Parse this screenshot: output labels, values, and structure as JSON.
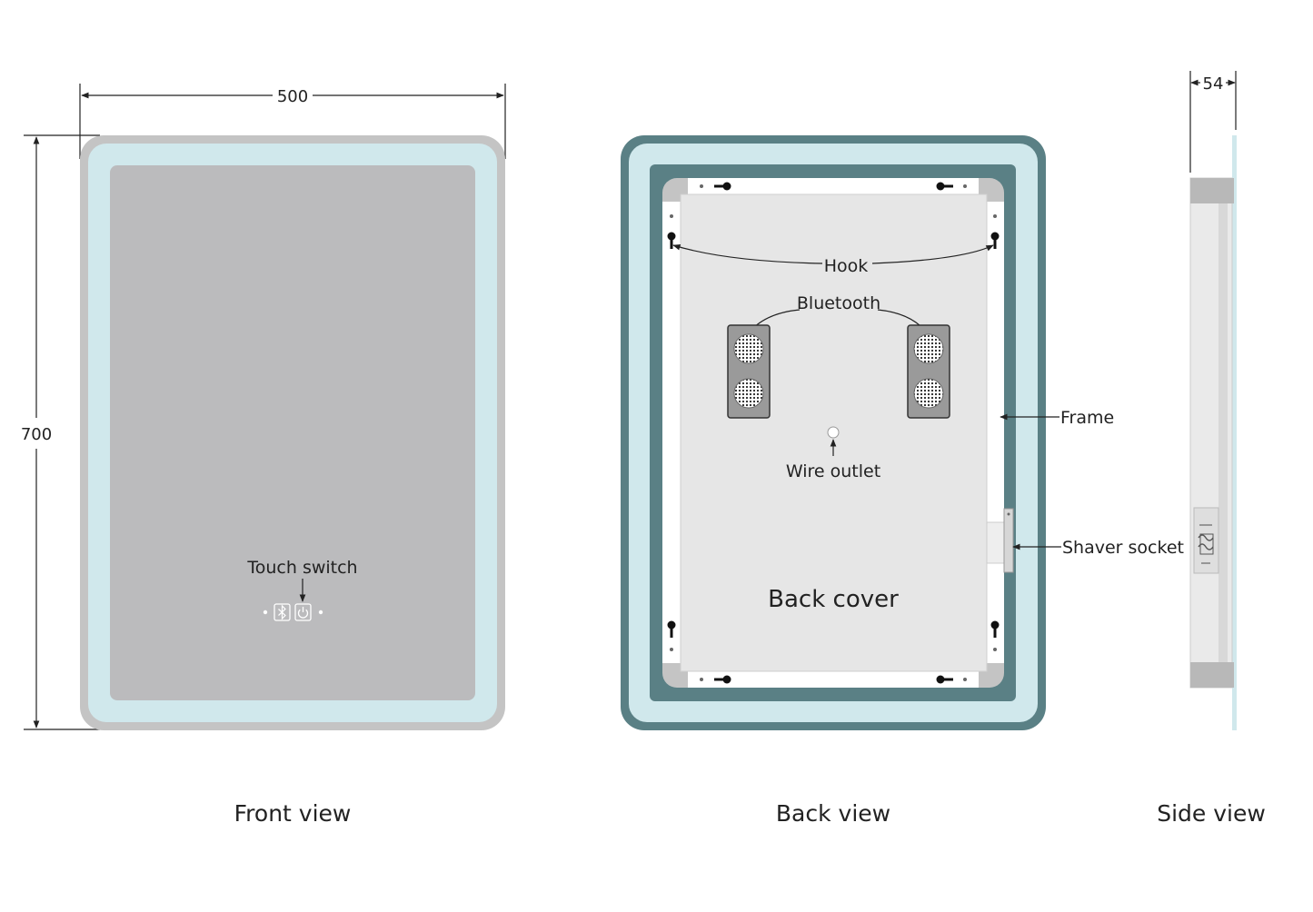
{
  "dimensions": {
    "width": "500",
    "height": "700",
    "depth": "54"
  },
  "views": {
    "front": {
      "caption": "Front view",
      "touch_switch_label": "Touch switch"
    },
    "back": {
      "caption": "Back view",
      "hook_label": "Hook",
      "bluetooth_label": "Bluetooth",
      "frame_label": "Frame",
      "wire_outlet_label": "Wire outlet",
      "shaver_socket_label": "Shaver socket",
      "back_cover_label": "Back cover"
    },
    "side": {
      "caption": "Side view"
    }
  },
  "colors": {
    "mirror_glass": "#bbbbbd",
    "led_strip": "#d0e8ec",
    "frame_outer": "#5a8085",
    "back_cover": "#e6e6e6",
    "outer_frame_grey": "#c4c4c4"
  },
  "icons": [
    "bluetooth-icon",
    "power-icon",
    "hook-icon",
    "speaker-grille-icon"
  ]
}
